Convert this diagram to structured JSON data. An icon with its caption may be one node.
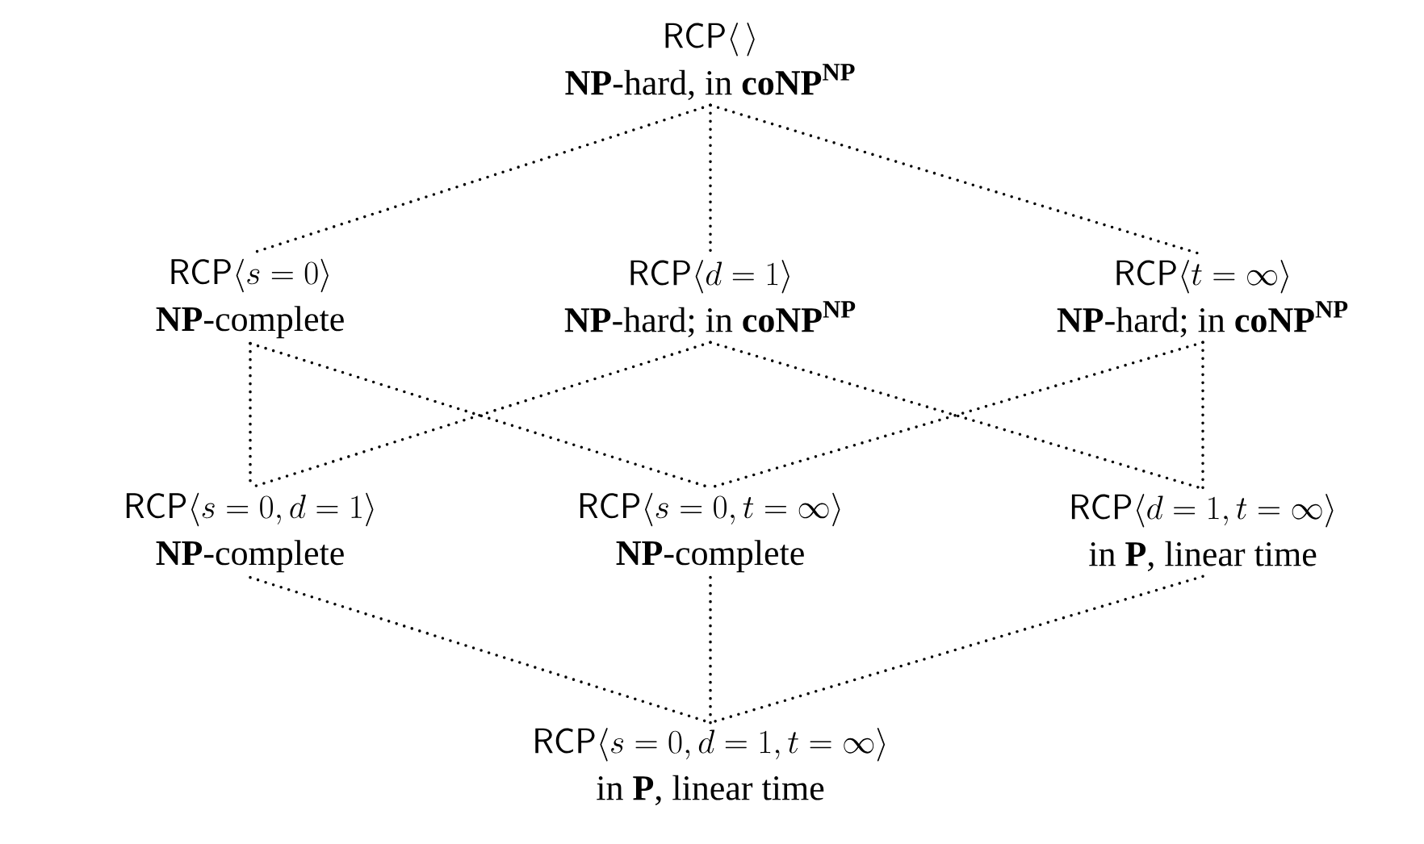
{
  "diagram": {
    "nodes": [
      {
        "text": [
          "\\mathsf{RCP}\\langle\\,\\rangle",
          "\\mathbf{NP}\\text{-hard, in }\\mathbf{coNP}^{\\mathbf{NP}}"
        ]
      },
      {
        "text": [
          "\\mathsf{RCP}\\langle s=0\\rangle",
          "\\mathbf{NP}\\text{-complete}"
        ]
      },
      {
        "text": [
          "\\mathsf{RCP}\\langle d=1\\rangle",
          "\\mathbf{NP}\\text{-hard; in }\\mathbf{coNP}^{\\mathbf{NP}}"
        ]
      },
      {
        "text": [
          "\\mathsf{RCP}\\langle t=\\infty\\rangle",
          "\\mathbf{NP}\\text{-hard; in }\\mathbf{coNP}^{\\mathbf{NP}}"
        ]
      },
      {
        "text": [
          "\\mathsf{RCP}\\langle s=0, d=1\\rangle",
          "\\mathbf{NP}\\text{-complete}"
        ]
      },
      {
        "text": [
          "\\mathsf{RCP}\\langle s=0, t=\\infty\\rangle",
          "\\mathbf{NP}\\text{-complete}"
        ]
      },
      {
        "text": [
          "\\mathsf{RCP}\\langle d=1, t=\\infty\\rangle",
          "\\text{in }\\mathbf{P}\\text{, linear time}"
        ]
      },
      {
        "text": [
          "\\mathsf{RCP}\\langle s=0, d=1, t=\\infty\\rangle",
          "\\text{in }\\mathbf{P}\\text{, linear time}"
        ]
      }
    ],
    "edges": [
      {
        "from": 0,
        "to": 1,
        "arrow": "none"
      },
      {
        "from": 0,
        "to": 2,
        "arrow": "none"
      },
      {
        "from": 0,
        "to": 3,
        "arrow": "none"
      },
      {
        "from": 1,
        "to": 4,
        "arrow": "none"
      },
      {
        "from": 1,
        "to": 5,
        "arrow": "none"
      },
      {
        "from": 2,
        "to": 4,
        "arrow": "none"
      },
      {
        "from": 2,
        "to": 6,
        "arrow": "none"
      },
      {
        "from": 3,
        "to": 5,
        "arrow": "none"
      },
      {
        "from": 3,
        "to": 6,
        "arrow": "none"
      },
      {
        "from": 4,
        "to": 7,
        "arrow": "none"
      },
      {
        "from": 5,
        "to": 7,
        "arrow": "none"
      },
      {
        "from": 6,
        "to": 7,
        "arrow": "none"
      }
    ]
  }
}
